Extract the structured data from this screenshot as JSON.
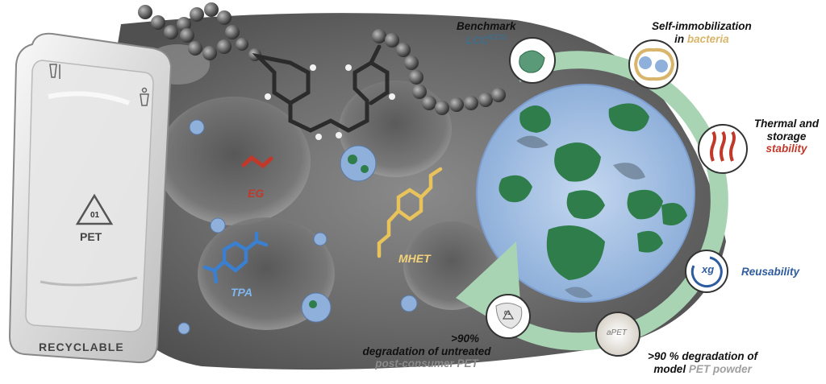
{
  "colors": {
    "sem_background": "#6b6b6b",
    "enzyme_green": "#2e7d4a",
    "carrier_blue": "#a9c4e8",
    "cycle_arrow": "#a8d4b4",
    "eg_red": "#c0392b",
    "tpa_blue": "#3a7fd0",
    "mhet_yellow": "#e8c25a",
    "stability_red": "#c0392b",
    "reusability_blue": "#2f5c9e",
    "lcc_teal": "#3e6f8c",
    "bacteria_tan": "#d8b56a",
    "pet_gray": "#a0a0a0"
  },
  "container": {
    "resin_code": "01",
    "material": "PET",
    "label": "RECYCLABLE",
    "icons": [
      "glass-fork-icon",
      "recycle-bin-icon",
      "recycle-triangle-icon"
    ]
  },
  "molecules": {
    "eg": "EG",
    "tpa": "TPA",
    "mhet": "MHET"
  },
  "labels": {
    "benchmark_line1": "Benchmark",
    "benchmark_line2": "LCC",
    "benchmark_sup": "ICCG",
    "selfimmob_line1": "Self-immobilization",
    "selfimmob_line2_prefix": "in ",
    "selfimmob_line2_highlight": "bacteria",
    "thermal_line1": "Thermal and",
    "thermal_line2": "storage",
    "thermal_line3": "stability",
    "reusability": "Reusability",
    "reuse_icon_text": "xg",
    "model_line1": ">90 % degradation of",
    "model_line2_prefix": "model ",
    "model_line2_highlight": "PET powder",
    "apet_icon_text": "aPET",
    "untreated_line1": ">90%",
    "untreated_line2": "degradation of untreated",
    "untreated_line3": "post-consumer PET",
    "consumer_icon_code": "01"
  }
}
